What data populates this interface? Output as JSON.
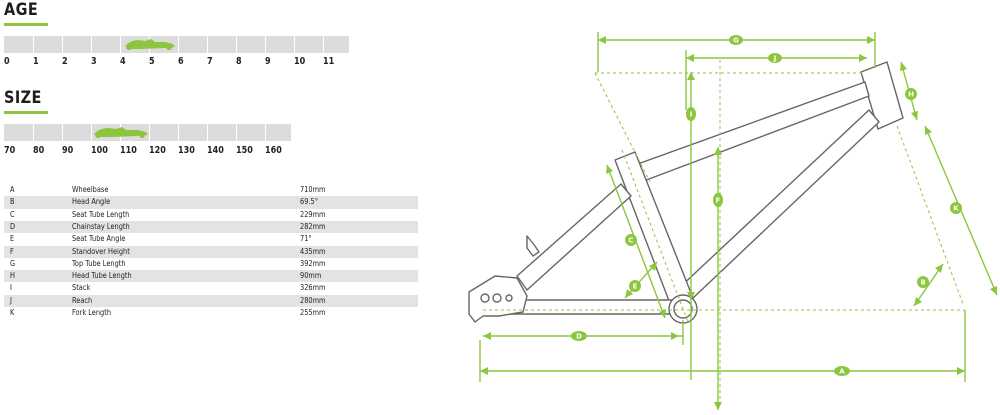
{
  "age": {
    "title": "AGE",
    "ticks": [
      "0",
      "1",
      "2",
      "3",
      "4",
      "5",
      "6",
      "7",
      "8",
      "9",
      "10",
      "11"
    ]
  },
  "size": {
    "title": "SIZE",
    "ticks": [
      "70",
      "80",
      "90",
      "100",
      "110",
      "120",
      "130",
      "140",
      "150",
      "160"
    ]
  },
  "specs": [
    {
      "letter": "A",
      "name": "Wheelbase",
      "value": "710mm"
    },
    {
      "letter": "B",
      "name": "Head Angle",
      "value": "69.5°"
    },
    {
      "letter": "C",
      "name": "Seat Tube Length",
      "value": "229mm"
    },
    {
      "letter": "D",
      "name": "Chainstay Length",
      "value": "282mm"
    },
    {
      "letter": "E",
      "name": "Seat Tube Angle",
      "value": "71°"
    },
    {
      "letter": "F",
      "name": "Standover Height",
      "value": "435mm"
    },
    {
      "letter": "G",
      "name": "Top Tube Length",
      "value": "392mm"
    },
    {
      "letter": "H",
      "name": "Head Tube Length",
      "value": "90mm"
    },
    {
      "letter": "I",
      "name": "Stack",
      "value": "326mm"
    },
    {
      "letter": "J",
      "name": "Reach",
      "value": "280mm"
    },
    {
      "letter": "K",
      "name": "Fork Length",
      "value": "255mm"
    }
  ],
  "diagram_labels": {
    "A": "A",
    "B": "B",
    "C": "C",
    "D": "D",
    "E": "E",
    "F": "F",
    "G": "G",
    "H": "H",
    "I": "I",
    "J": "J",
    "K": "K"
  },
  "colors": {
    "accent": "#8cc63f",
    "bar": "#dcdcdc",
    "frame": "#666666",
    "row_shade": "#e3e3e3"
  }
}
